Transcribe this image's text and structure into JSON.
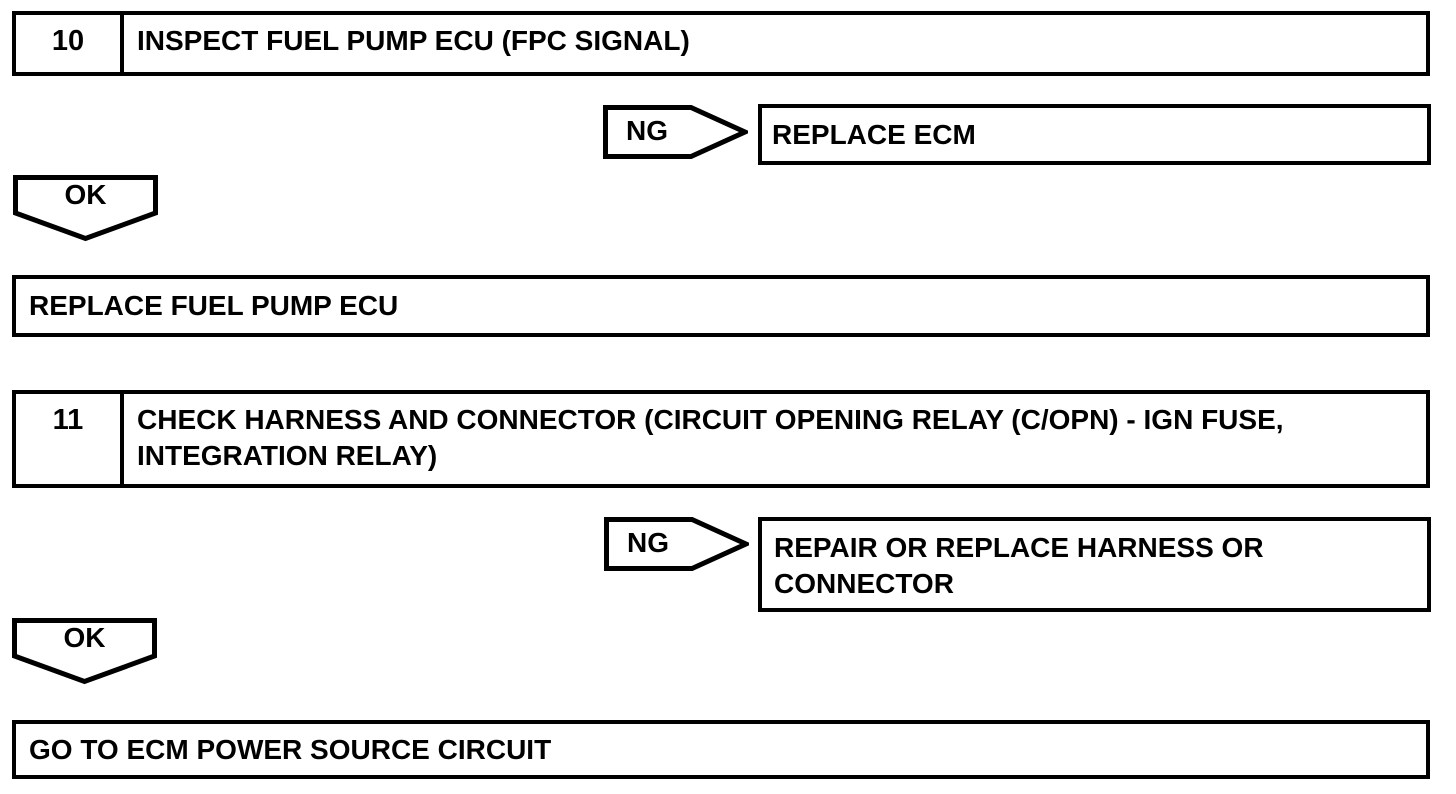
{
  "diagram_type": "troubleshooting-flowchart",
  "colors": {
    "line": "#000000",
    "text": "#000000",
    "background": "#ffffff"
  },
  "steps": [
    {
      "number": "10",
      "title": "INSPECT FUEL PUMP ECU (FPC SIGNAL)",
      "ng": {
        "label": "NG",
        "result": "REPLACE ECM"
      },
      "ok": {
        "label": "OK",
        "result": "REPLACE FUEL PUMP ECU"
      }
    },
    {
      "number": "11",
      "title": "CHECK HARNESS AND CONNECTOR (CIRCUIT OPENING RELAY (C/OPN) - IGN FUSE, INTEGRATION RELAY)",
      "ng": {
        "label": "NG",
        "result": "REPAIR OR REPLACE HARNESS OR CONNECTOR"
      },
      "ok": {
        "label": "OK",
        "result": "GO TO ECM POWER SOURCE CIRCUIT"
      }
    }
  ]
}
